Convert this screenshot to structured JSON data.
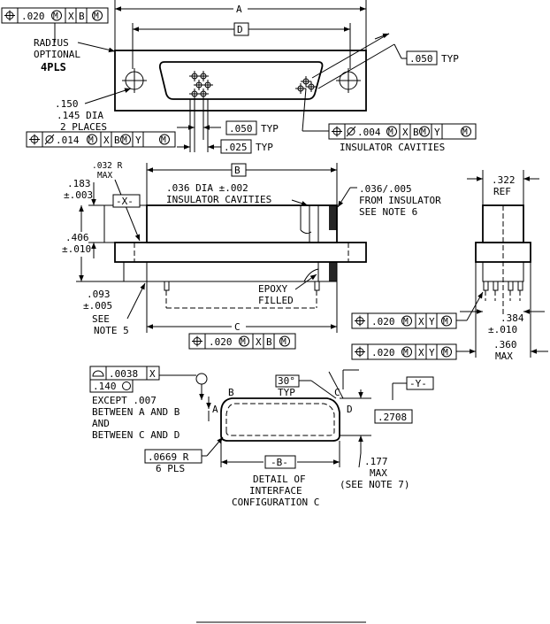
{
  "top_view": {
    "fcf_top_left": ".020",
    "dim_a": "A",
    "dim_d": "D",
    "radius_label_1": "RADIUS",
    "radius_label_2": "OPTIONAL",
    "radius_label_3": "4PLS",
    "typ_050": ".050",
    "typ_word": "TYP",
    "hole_dia_1": ".150",
    "hole_dia_2": ".145 DIA",
    "hole_dia_3": "2 PLACES",
    "fcf_014": ".014",
    "pitch_050": ".050",
    "pitch_025": ".025",
    "fcf_004": ".004",
    "insulator_cavities": "INSULATOR CAVITIES"
  },
  "datum_letters": {
    "x": "X",
    "b": "B",
    "y": "Y",
    "m": "M"
  },
  "side_view": {
    "radius_032_1": ".032 R",
    "radius_032_2": "MAX",
    "dim_b": "B",
    "dim_183_1": ".183",
    "dim_183_2": "±.003",
    "datum_x": "-X-",
    "dia_036_1": ".036 DIA ±.002",
    "dia_036_2": "INSULATOR CAVITIES",
    "from_ins_1": ".036/.005",
    "from_ins_2": "FROM INSULATOR",
    "from_ins_3": "SEE NOTE 6",
    "dim_406_1": ".406",
    "dim_406_2": "±.010",
    "dim_093_1": ".093",
    "dim_093_2": "±.005",
    "see_note5_1": "SEE",
    "see_note5_2": "NOTE 5",
    "epoxy_1": "EPOXY",
    "epoxy_2": "FILLED",
    "dim_c": "C",
    "fcf_bottom": ".020"
  },
  "end_view": {
    "ref_322_1": ".322",
    "ref_322_2": "REF",
    "fcf_1": ".020",
    "fcf_2": ".020",
    "dim_384_1": ".384",
    "dim_384_2": "±.010",
    "dim_360_1": ".360",
    "dim_360_2": "MAX"
  },
  "detail": {
    "profile_val": ".0038",
    "profile_datum": "X",
    "basic_140": ".140",
    "except_1": "EXCEPT .007",
    "except_2": "BETWEEN A AND B",
    "except_3": "AND",
    "except_4": "BETWEEN C AND D",
    "angle_1": "30°",
    "angle_2": "TYP",
    "pt_a": "A",
    "pt_b": "B",
    "pt_c": "C",
    "pt_d": "D",
    "datum_y": "-Y-",
    "dim_2708": ".2708",
    "radius_0669": ".0669 R",
    "radius_pls": "6 PLS",
    "datum_b": "-B-",
    "dim_177_1": ".177",
    "dim_177_2": "MAX",
    "dim_177_3": "(SEE NOTE 7)",
    "caption_1": "DETAIL OF",
    "caption_2": "INTERFACE",
    "caption_3": "CONFIGURATION C"
  }
}
